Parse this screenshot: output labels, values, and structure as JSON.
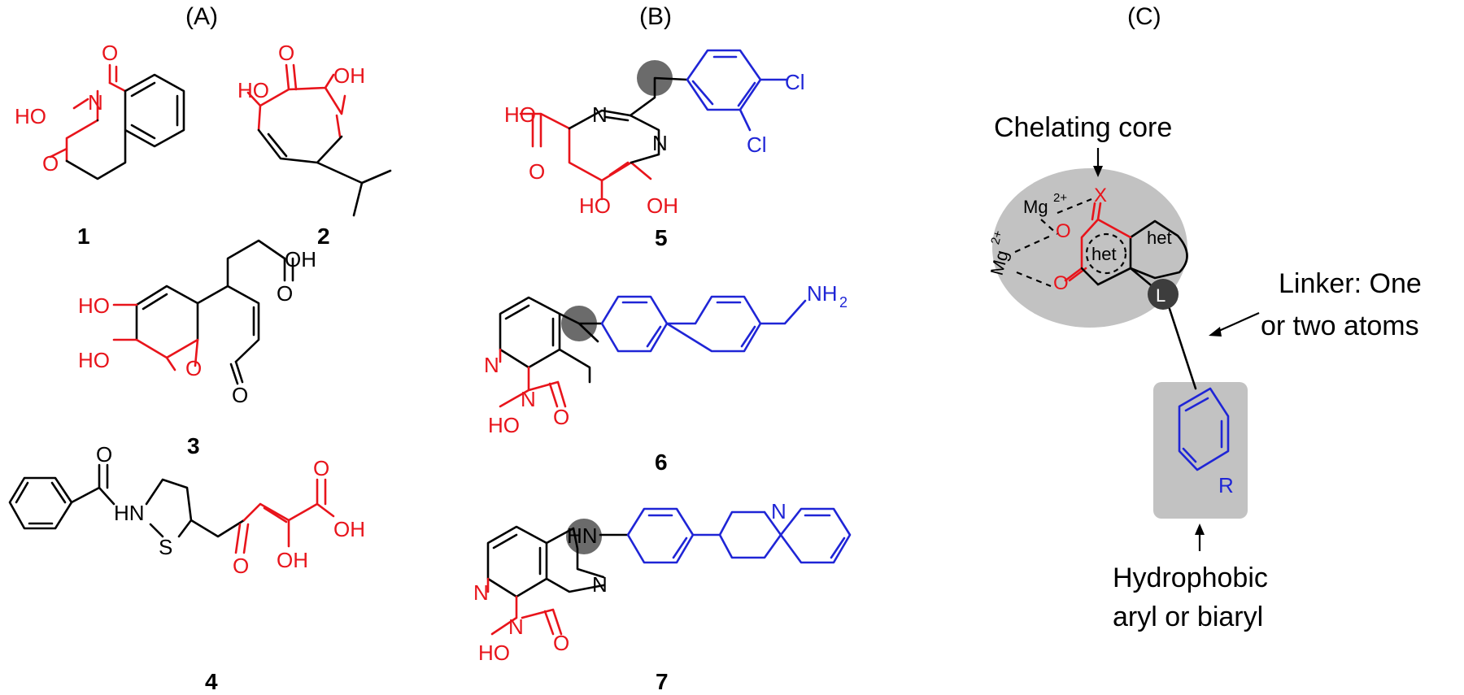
{
  "panels": {
    "a": "(A)",
    "b": "(B)",
    "c": "(C)"
  },
  "compounds": {
    "c1": "1",
    "c2": "2",
    "c3": "3",
    "c4": "4",
    "c5": "5",
    "c6": "6",
    "c7": "7"
  },
  "atoms": {
    "HO": "HO",
    "OH": "OH",
    "O": "O",
    "N": "N",
    "S": "S",
    "HN": "HN",
    "Cl": "Cl",
    "NH2": "NH",
    "NH2_sub": "2",
    "R": "R",
    "het": "het",
    "X": "X",
    "Mg": "Mg",
    "Mg_sup": "2+",
    "L": "L"
  },
  "annotations": {
    "chelating_core": "Chelating core",
    "linker_line1": "Linker: One",
    "linker_line2": "or two atoms",
    "hydrophobic_line1": "Hydrophobic",
    "hydrophobic_line2": "aryl or biaryl"
  },
  "colors": {
    "chelating": "#e8141b",
    "hydrophobic": "#1f25d6",
    "linker_marker": "#6b6b6b",
    "region_fill": "#c2c2c2"
  }
}
